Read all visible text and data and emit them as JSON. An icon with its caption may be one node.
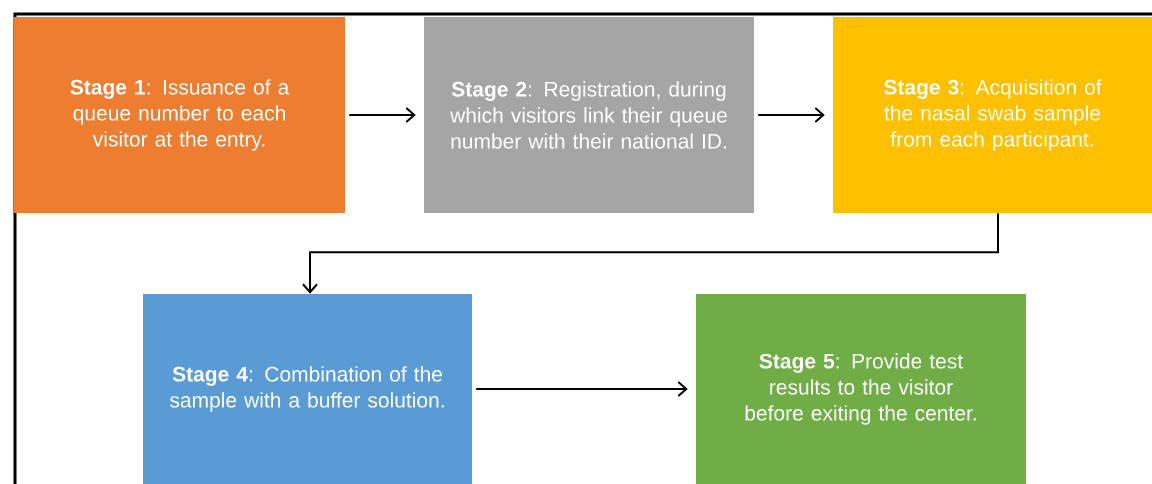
{
  "diagram": {
    "nodes": [
      {
        "text": [
          "**Stage 1**: Issuance of a queue number to each visitor at the entry."
        ]
      },
      {
        "text": [
          "**Stage 2**: Registration, during which visitors link their queue number with their national ID."
        ]
      },
      {
        "text": [
          "**Stage 3**: Acquisition of the nasal swab sample from each participant."
        ]
      },
      {
        "text": [
          "**Stage 4**: Combination of the sample with a buffer solution."
        ]
      },
      {
        "text": [
          "**Stage 5**: Provide test results to the visitor before exiting the center."
        ]
      }
    ],
    "edges": [
      {
        "from": 0,
        "to": 1,
        "arrow": "to"
      },
      {
        "from": 1,
        "to": 2,
        "arrow": "to"
      },
      {
        "from": 2,
        "to": 3,
        "arrow": "to"
      },
      {
        "from": 3,
        "to": 4,
        "arrow": "to"
      }
    ]
  }
}
